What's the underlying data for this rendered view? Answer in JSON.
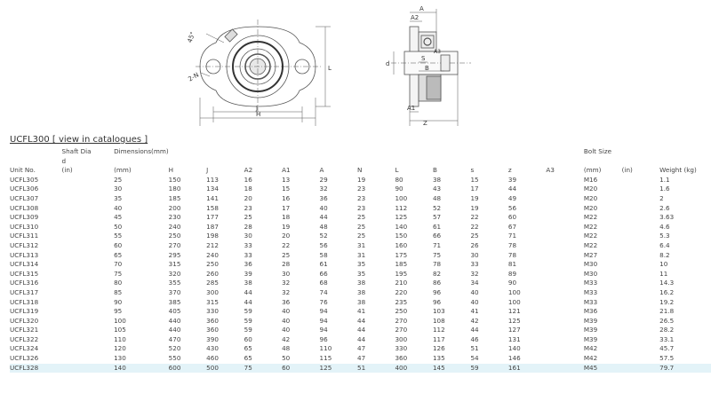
{
  "drawing_labels": {
    "angle": "45°",
    "holes": "2-N",
    "l": "L",
    "j": "J",
    "h": "H",
    "a": "A",
    "a2": "A2",
    "a1": "A1",
    "a3": "A3",
    "d": "d",
    "s": "S",
    "b": "B",
    "z": "Z"
  },
  "section_title": "UCFL300 [ view in catalogues ]",
  "header1": [
    "",
    "Shaft Dia",
    "Dimensions(mm)",
    "",
    "",
    "",
    "",
    "",
    "",
    "",
    "",
    "",
    "",
    "",
    "Bolt Size",
    "",
    ""
  ],
  "header2": [
    "",
    "d",
    "",
    "",
    "",
    "",
    "",
    "",
    "",
    "",
    "",
    "",
    "",
    "",
    "",
    "",
    ""
  ],
  "header3": [
    "Unit No.",
    "(in)",
    "(mm)",
    "H",
    "J",
    "A2",
    "A1",
    "A",
    "N",
    "L",
    "B",
    "s",
    "z",
    "A3",
    "(mm)",
    "(in)",
    "Weight (kg)"
  ],
  "rows": [
    [
      "UCFL305",
      "",
      "25",
      "150",
      "113",
      "16",
      "13",
      "29",
      "19",
      "80",
      "38",
      "15",
      "39",
      "",
      "M16",
      "",
      "1.1"
    ],
    [
      "UCFL306",
      "",
      "30",
      "180",
      "134",
      "18",
      "15",
      "32",
      "23",
      "90",
      "43",
      "17",
      "44",
      "",
      "M20",
      "",
      "1.6"
    ],
    [
      "UCFL307",
      "",
      "35",
      "185",
      "141",
      "20",
      "16",
      "36",
      "23",
      "100",
      "48",
      "19",
      "49",
      "",
      "M20",
      "",
      "2"
    ],
    [
      "UCFL308",
      "",
      "40",
      "200",
      "158",
      "23",
      "17",
      "40",
      "23",
      "112",
      "52",
      "19",
      "56",
      "",
      "M20",
      "",
      "2.6"
    ],
    [
      "UCFL309",
      "",
      "45",
      "230",
      "177",
      "25",
      "18",
      "44",
      "25",
      "125",
      "57",
      "22",
      "60",
      "",
      "M22",
      "",
      "3.63"
    ],
    [
      "UCFL310",
      "",
      "50",
      "240",
      "187",
      "28",
      "19",
      "48",
      "25",
      "140",
      "61",
      "22",
      "67",
      "",
      "M22",
      "",
      "4.6"
    ],
    [
      "UCFL311",
      "",
      "55",
      "250",
      "198",
      "30",
      "20",
      "52",
      "25",
      "150",
      "66",
      "25",
      "71",
      "",
      "M22",
      "",
      "5.3"
    ],
    [
      "UCFL312",
      "",
      "60",
      "270",
      "212",
      "33",
      "22",
      "56",
      "31",
      "160",
      "71",
      "26",
      "78",
      "",
      "M22",
      "",
      "6.4"
    ],
    [
      "UCFL313",
      "",
      "65",
      "295",
      "240",
      "33",
      "25",
      "58",
      "31",
      "175",
      "75",
      "30",
      "78",
      "",
      "M27",
      "",
      "8.2"
    ],
    [
      "UCFL314",
      "",
      "70",
      "315",
      "250",
      "36",
      "28",
      "61",
      "35",
      "185",
      "78",
      "33",
      "81",
      "",
      "M30",
      "",
      "10"
    ],
    [
      "UCFL315",
      "",
      "75",
      "320",
      "260",
      "39",
      "30",
      "66",
      "35",
      "195",
      "82",
      "32",
      "89",
      "",
      "M30",
      "",
      "11"
    ],
    [
      "UCFL316",
      "",
      "80",
      "355",
      "285",
      "38",
      "32",
      "68",
      "38",
      "210",
      "86",
      "34",
      "90",
      "",
      "M33",
      "",
      "14.3"
    ],
    [
      "UCFL317",
      "",
      "85",
      "370",
      "300",
      "44",
      "32",
      "74",
      "38",
      "220",
      "96",
      "40",
      "100",
      "",
      "M33",
      "",
      "16.2"
    ],
    [
      "UCFL318",
      "",
      "90",
      "385",
      "315",
      "44",
      "36",
      "76",
      "38",
      "235",
      "96",
      "40",
      "100",
      "",
      "M33",
      "",
      "19.2"
    ],
    [
      "UCFL319",
      "",
      "95",
      "405",
      "330",
      "59",
      "40",
      "94",
      "41",
      "250",
      "103",
      "41",
      "121",
      "",
      "M36",
      "",
      "21.8"
    ],
    [
      "UCFL320",
      "",
      "100",
      "440",
      "360",
      "59",
      "40",
      "94",
      "44",
      "270",
      "108",
      "42",
      "125",
      "",
      "M39",
      "",
      "26.5"
    ],
    [
      "UCFL321",
      "",
      "105",
      "440",
      "360",
      "59",
      "40",
      "94",
      "44",
      "270",
      "112",
      "44",
      "127",
      "",
      "M39",
      "",
      "28.2"
    ],
    [
      "UCFL322",
      "",
      "110",
      "470",
      "390",
      "60",
      "42",
      "96",
      "44",
      "300",
      "117",
      "46",
      "131",
      "",
      "M39",
      "",
      "33.1"
    ],
    [
      "UCFL324",
      "",
      "120",
      "520",
      "430",
      "65",
      "48",
      "110",
      "47",
      "330",
      "126",
      "51",
      "140",
      "",
      "M42",
      "",
      "45.7"
    ],
    [
      "UCFL326",
      "",
      "130",
      "550",
      "460",
      "65",
      "50",
      "115",
      "47",
      "360",
      "135",
      "54",
      "146",
      "",
      "M42",
      "",
      "57.5"
    ],
    [
      "UCFL328",
      "",
      "140",
      "600",
      "500",
      "75",
      "60",
      "125",
      "51",
      "400",
      "145",
      "59",
      "161",
      "",
      "M45",
      "",
      "79.7"
    ]
  ]
}
